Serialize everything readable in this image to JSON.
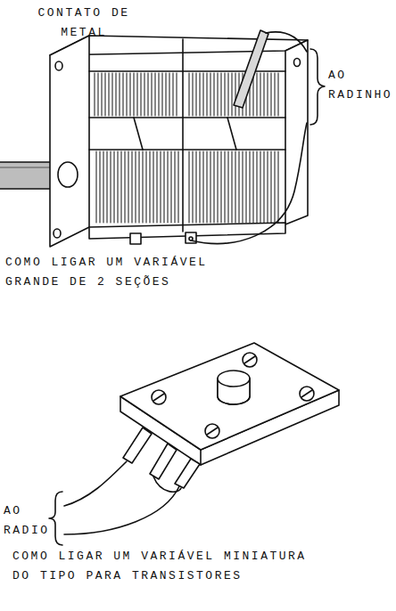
{
  "diagram": {
    "labels": [
      "CONTATO DE METAL",
      "AO RADINHO",
      "COMO LIGAR UM VARIÁVEL GRANDE DE 2 SEÇÕES",
      "AO RADIO",
      "COMO LIGAR UM VARIÁVEL MINIATURA DO TIPO PARA TRANSISTORES"
    ]
  }
}
